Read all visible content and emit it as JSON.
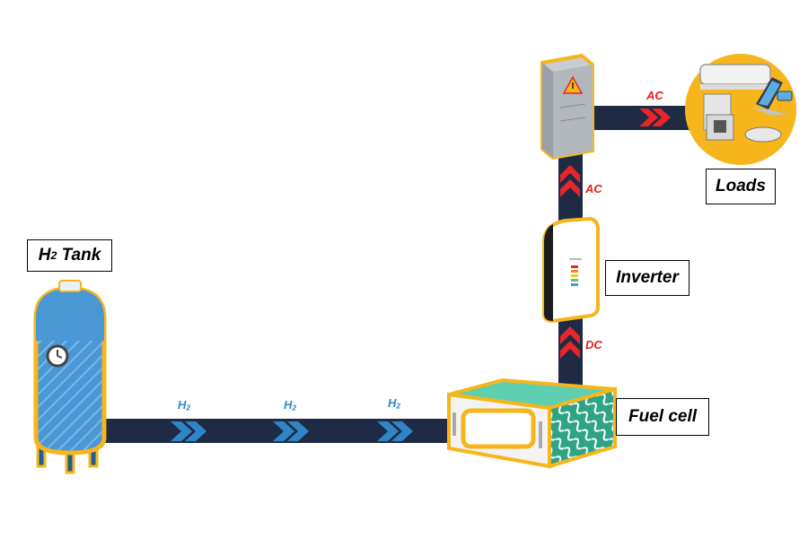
{
  "colors": {
    "pipe": "#1f2a44",
    "h2_chevron": "#2e86c8",
    "elec_chevron": "#e8252b",
    "highlight": "#f7b51c",
    "tank_body": "#4a97d6",
    "fuel_cell_top": "#5fcfb1"
  },
  "labels": {
    "h2_tank_main": "H",
    "h2_tank_sub": "2",
    "h2_tank_rest": " Tank",
    "fuel_cell": "Fuel cell",
    "inverter": "Inverter",
    "loads": "Loads"
  },
  "flows": {
    "h2_main": "H",
    "h2_sub": "2",
    "dc": "DC",
    "ac_vertical": "AC",
    "ac_horizontal": "AC"
  },
  "icons": {
    "tank": "hydrogen-tank-icon",
    "fuel_cell": "fuel-cell-icon",
    "inverter": "inverter-icon",
    "panel": "electrical-panel-icon",
    "loads": "household-loads-icon"
  }
}
